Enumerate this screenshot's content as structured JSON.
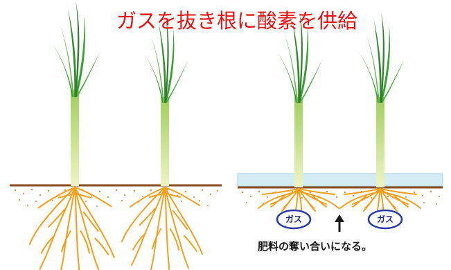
{
  "title": "ガスを抜き根に酸素を供給",
  "gas_labels": [
    "ガス",
    "ガス"
  ],
  "caption": "肥料の奪い合いになる。",
  "colors": {
    "title": "#e81010",
    "leaf": "#2e8c2a",
    "stem": "#d8e89a",
    "soil_line": "#8b4a1c",
    "soil_dots": "#c89a5a",
    "root": "#f0a020",
    "water": "#d4ecf4",
    "gas_ellipse": "#2a3aa8"
  },
  "icons": [
    "up-arrow-icon"
  ]
}
